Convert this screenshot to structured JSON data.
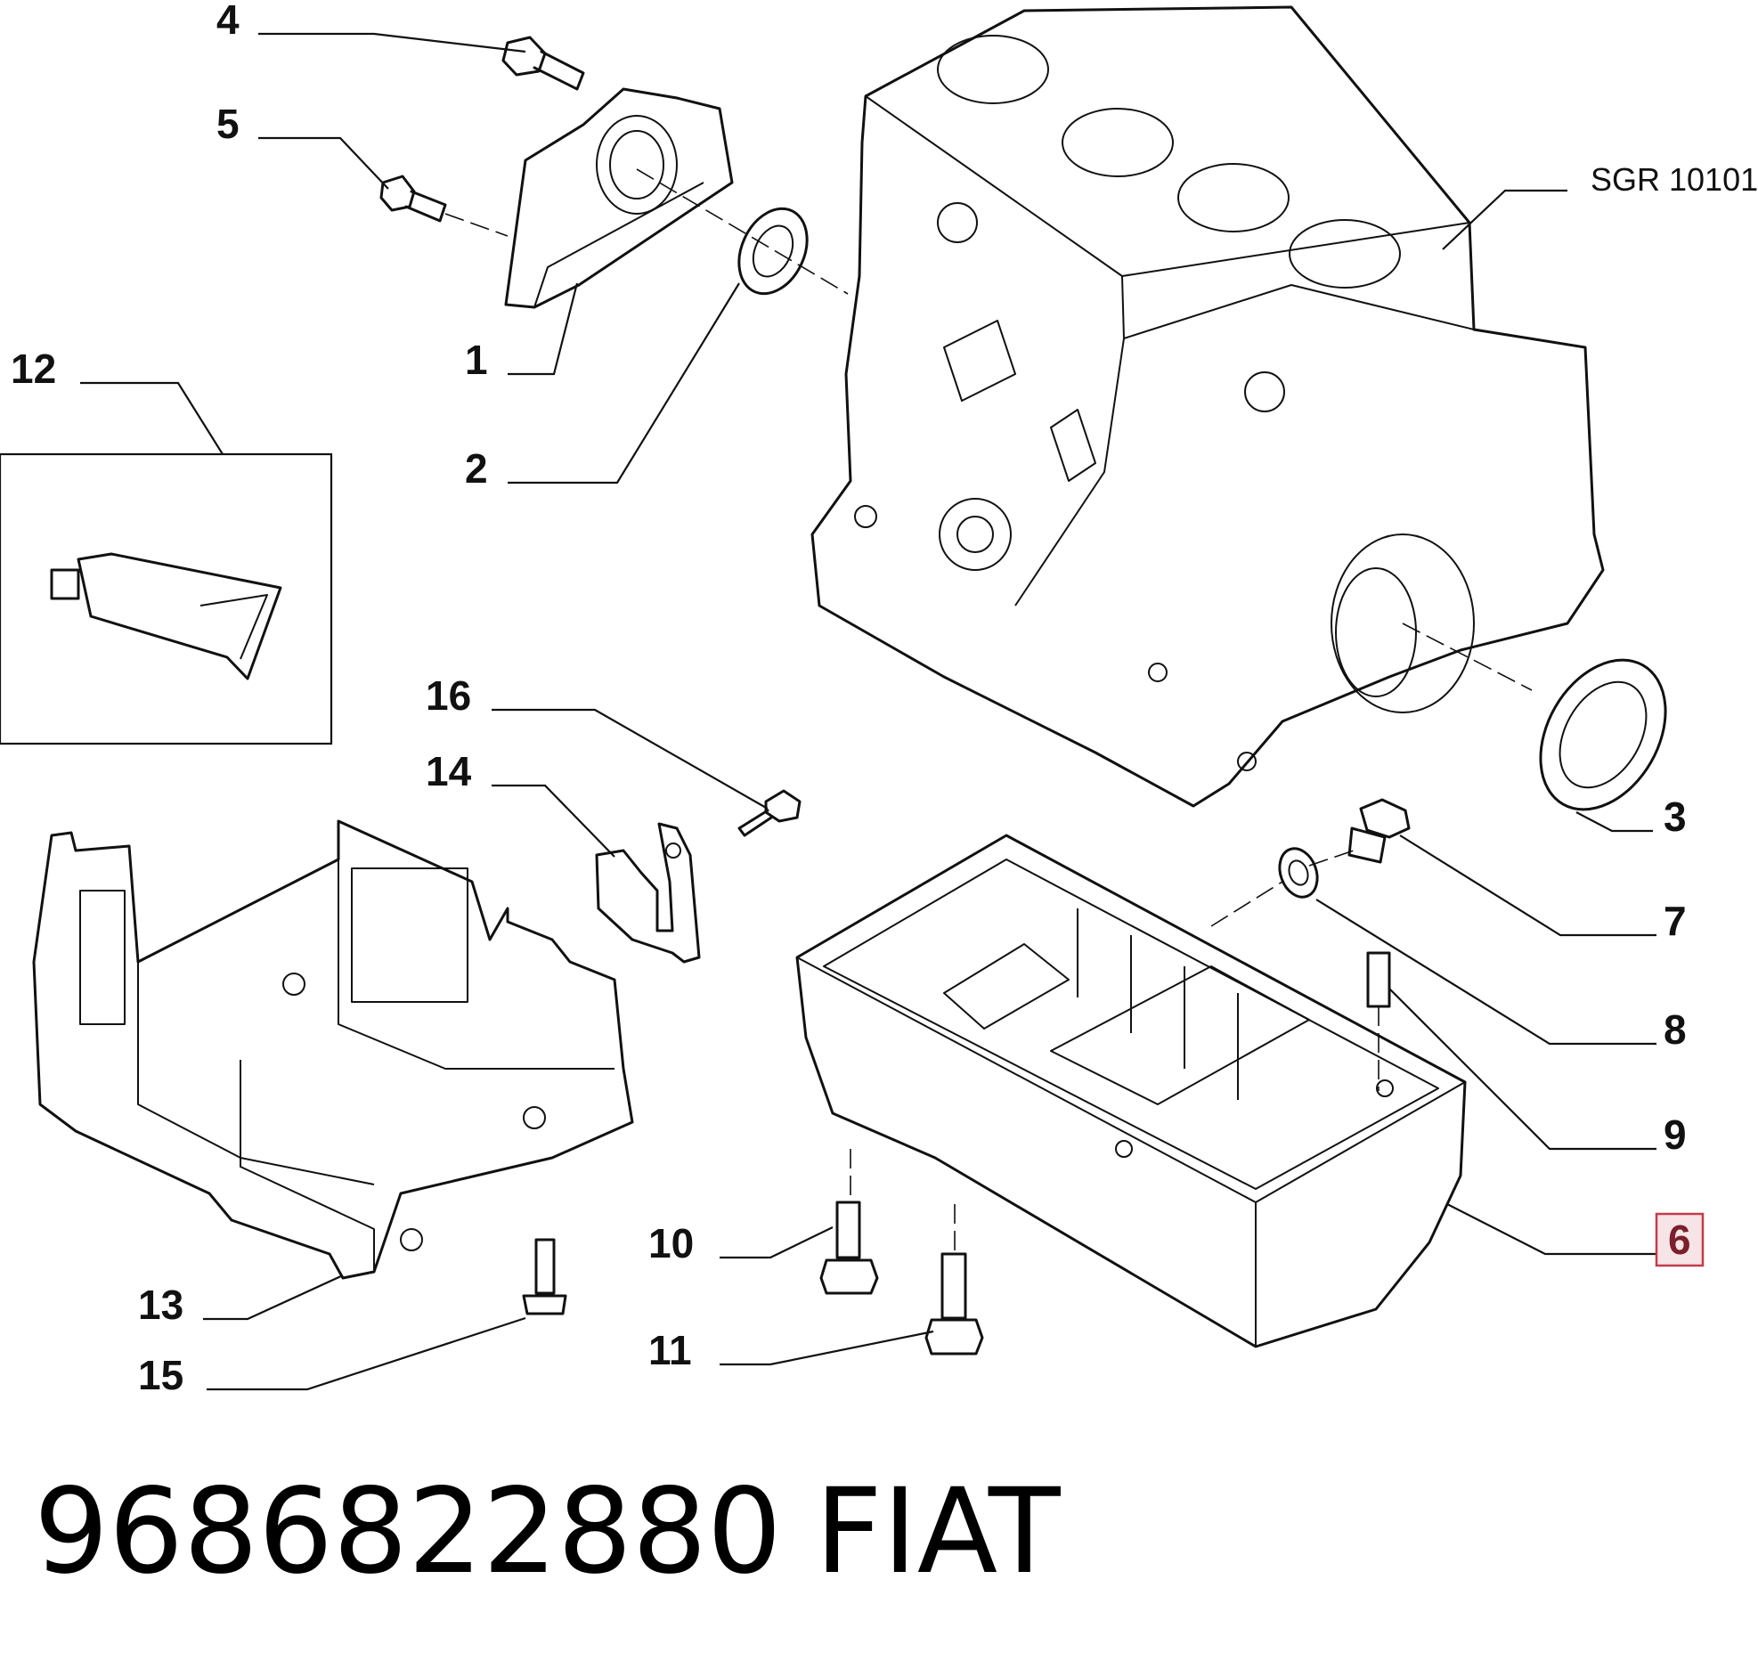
{
  "callouts": [
    {
      "id": "c1",
      "label": "1",
      "highlight": false
    },
    {
      "id": "c2",
      "label": "2",
      "highlight": false
    },
    {
      "id": "c3",
      "label": "3",
      "highlight": false
    },
    {
      "id": "c4",
      "label": "4",
      "highlight": false
    },
    {
      "id": "c5",
      "label": "5",
      "highlight": false
    },
    {
      "id": "c6",
      "label": "6",
      "highlight": true
    },
    {
      "id": "c7",
      "label": "7",
      "highlight": false
    },
    {
      "id": "c8",
      "label": "8",
      "highlight": false
    },
    {
      "id": "c9",
      "label": "9",
      "highlight": false
    },
    {
      "id": "c10",
      "label": "10",
      "highlight": false
    },
    {
      "id": "c11",
      "label": "11",
      "highlight": false
    },
    {
      "id": "c12",
      "label": "12",
      "highlight": false
    },
    {
      "id": "c13",
      "label": "13",
      "highlight": false
    },
    {
      "id": "c14",
      "label": "14",
      "highlight": false
    },
    {
      "id": "c15",
      "label": "15",
      "highlight": false
    },
    {
      "id": "c16",
      "label": "16",
      "highlight": false
    }
  ],
  "reference": "SGR 10101",
  "part_number": "9686822880",
  "brand": "FIAT",
  "colors": {
    "line": "#111111",
    "highlight_border": "#c43b4a",
    "highlight_fill": "#f6e4e6",
    "highlight_text": "#7a1f2b"
  }
}
